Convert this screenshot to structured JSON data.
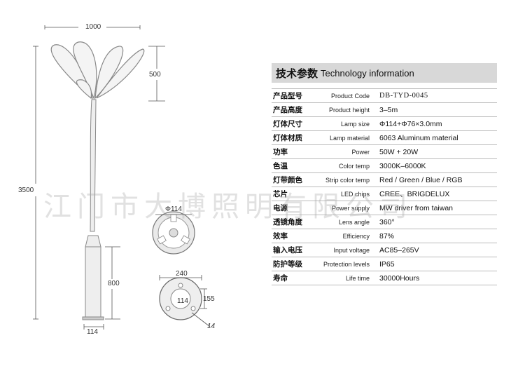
{
  "dimensions": {
    "width_top": "1000",
    "head_height": "500",
    "total_height": "3500",
    "base_height": "800",
    "base_width": "114",
    "section_diameter": "Φ114",
    "flange_width": "240",
    "flange_inner": "114",
    "flange_side": "155",
    "flange_hole": "14"
  },
  "spec": {
    "title_cn": "技术参数",
    "title_en": "Technology information",
    "rows": [
      {
        "cn": "产品型号",
        "en": "Product Code",
        "value": "DB-TYD-0045"
      },
      {
        "cn": "产品高度",
        "en": "Product height",
        "value": "3–5m"
      },
      {
        "cn": "灯体尺寸",
        "en": "Lamp size",
        "value": "Φ114+Φ76×3.0mm"
      },
      {
        "cn": "灯体材质",
        "en": "Lamp material",
        "value": "6063 Aluminum material"
      },
      {
        "cn": "功率",
        "en": "Power",
        "value": "50W + 20W"
      },
      {
        "cn": "色温",
        "en": "Color temp",
        "value": "3000K–6000K"
      },
      {
        "cn": "灯带颜色",
        "en": "Strip color temp",
        "value": "Red / Green / Blue / RGB"
      },
      {
        "cn": "芯片",
        "en": "LED chips",
        "value": "CREE、BRIGDELUX"
      },
      {
        "cn": "电源",
        "en": "Power supply",
        "value": "MW driver from taiwan"
      },
      {
        "cn": "透镜角度",
        "en": "Lens angle",
        "value": "360°"
      },
      {
        "cn": "效率",
        "en": "Efficiency",
        "value": "87%"
      },
      {
        "cn": "输入电压",
        "en": "Input voltage",
        "value": "AC85–265V"
      },
      {
        "cn": "防护等级",
        "en": "Protection levels",
        "value": "IP65"
      },
      {
        "cn": "寿命",
        "en": "Life time",
        "value": "30000Hours"
      }
    ]
  },
  "watermark": "江门市大博照明有限公司"
}
